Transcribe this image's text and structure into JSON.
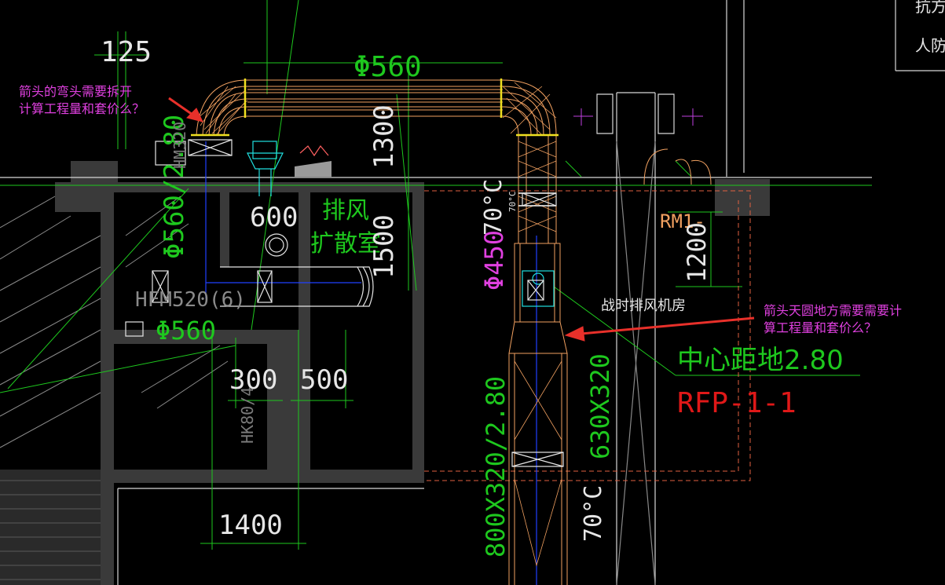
{
  "colors": {
    "background": "#000000",
    "wall": "#3a3a3a",
    "green": "#1ec81e",
    "orange": "#f0a060",
    "yellow": "#f0e020",
    "cyan": "#20e0e0",
    "white": "#e6e6e6",
    "blue": "#2040ff",
    "magenta": "#e040e0",
    "red": "#e01818",
    "arrow": "#e8302a"
  },
  "annotations": {
    "elbow_note": [
      "箭头的弯头需要拆开",
      "计算工程量和套价么？"
    ],
    "transition_note": [
      "箭头天圆地方需要需要计",
      "算工程量和套价么？"
    ]
  },
  "labels": {
    "dim_125": "125",
    "phi560_top": "Φ560",
    "dim_1300": "1300",
    "phi560_vertical": "Φ560/2.80",
    "hm_label": "HM320",
    "dim_600": "600",
    "exhaust_line1": "排风",
    "exhaust_line2": "扩散室",
    "dim_1500": "1500",
    "hf_label": "HFM520(6)",
    "phi560_bottom": "Φ560",
    "dim_300": "300",
    "dim_500": "500",
    "hk_label": "HK80/4",
    "dim_1400": "1400",
    "temp_upper": "70°C",
    "temp_small": "70°C",
    "phi450": "Φ450",
    "fan_room": "战时排风机房",
    "center_distance": "中心距地2.80",
    "rfp": "RFP-1-1",
    "duct_800": "800X320/2.80",
    "duct_630": "630X320",
    "temp_lower": "70°C",
    "rm1": "RM1-",
    "dim_1200": "1200",
    "corner_top": "抗方",
    "corner_bottom": "人防"
  }
}
